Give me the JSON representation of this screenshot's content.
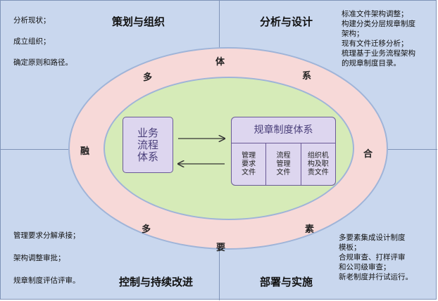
{
  "quadrants": {
    "top_left": {
      "title": "策划与组织",
      "items": [
        "分析现状；",
        "成立组织；",
        "确定原则和路径。"
      ]
    },
    "top_right": {
      "title": "分析与设计",
      "text": "标准文件架构调整；\n构建分类分层规章制度\n架构；\n现有文件迁移分析；\n梳理基于业务流程架构\n的规章制度目录。"
    },
    "bottom_left": {
      "title": "控制与持续改进",
      "items": [
        "管理要求分解承接；",
        "架构调整审批；",
        "规章制度评估评审。"
      ]
    },
    "bottom_right": {
      "title": "部署与实施",
      "text": "多要素集成设计制度\n模板；\n合规审查、打样评审\n和公司级审查；\n新老制度并行试运行。"
    }
  },
  "ring_chars": {
    "ti": "体",
    "xi_top": "系",
    "duo_top": "多",
    "rong": "融",
    "he": "合",
    "duo_bottom": "多",
    "su": "素",
    "yao": "要"
  },
  "business_box": {
    "label": "业务\n流程\n体系"
  },
  "regulation_box": {
    "title": "规章制度体系",
    "cells": [
      "管理\n要求\n文件",
      "流程\n管理\n文件",
      "组织机\n构及职\n责文件"
    ]
  }
}
